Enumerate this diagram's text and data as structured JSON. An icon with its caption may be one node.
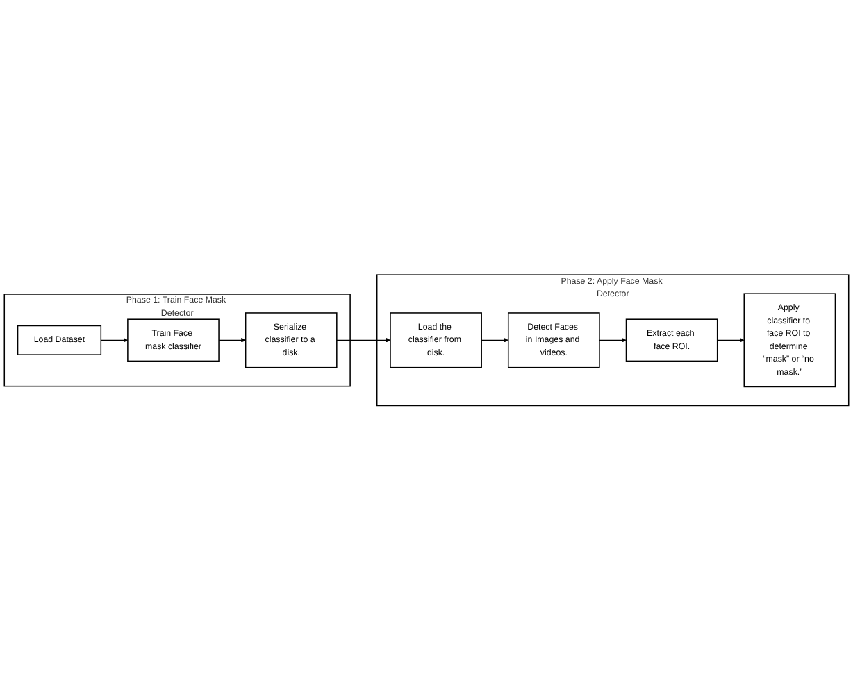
{
  "diagram": {
    "nodes": [
      {
        "text": [
          "Phase 1: Train Face Mask Detector"
        ]
      },
      {
        "text": [
          "Load Dataset"
        ],
        "in": 0
      },
      {
        "text": [
          "Train Face mask classifier"
        ],
        "in": 0
      },
      {
        "text": [
          "Serialize classifier to a disk."
        ],
        "in": 0
      },
      {
        "text": [
          "Phase 2: Apply Face Mask Detector"
        ]
      },
      {
        "text": [
          "Load the classifier from disk."
        ],
        "in": 4
      },
      {
        "text": [
          "Detect Faces in Images and videos."
        ],
        "in": 4
      },
      {
        "text": [
          "Extract each face ROI."
        ],
        "in": 4
      },
      {
        "text": [
          "Apply classifier to face ROI to determine “mask” or “no mask.”"
        ],
        "in": 4
      }
    ],
    "edges": [
      {
        "from": 1,
        "to": 2,
        "arrow": "to"
      },
      {
        "from": 2,
        "to": 3,
        "arrow": "to"
      },
      {
        "from": 3,
        "to": 5,
        "arrow": "to"
      },
      {
        "from": 5,
        "to": 6,
        "arrow": "to"
      },
      {
        "from": 6,
        "to": 7,
        "arrow": "to"
      },
      {
        "from": 7,
        "to": 8,
        "arrow": "to"
      }
    ]
  }
}
